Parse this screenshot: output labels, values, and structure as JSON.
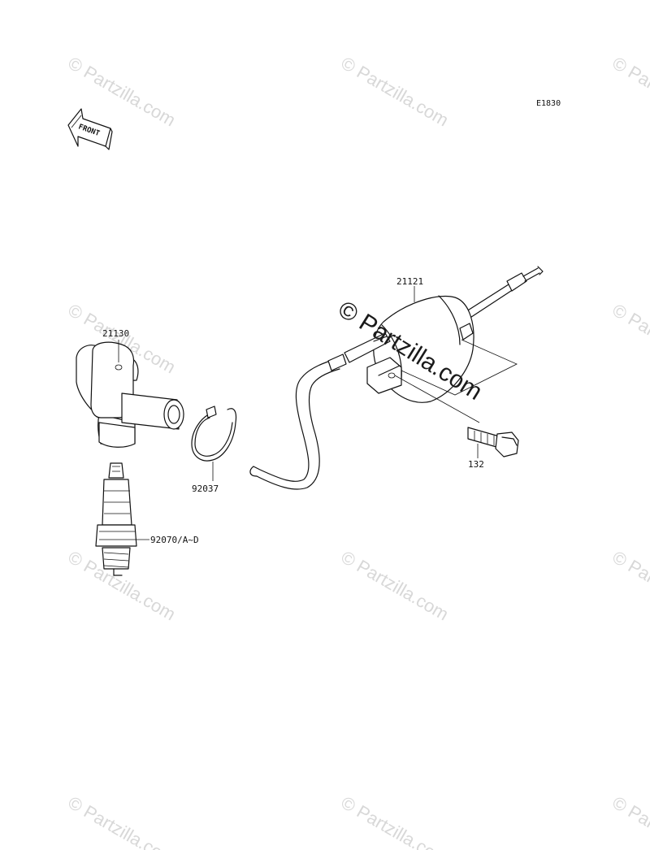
{
  "diagram_code": "E1830",
  "front_label": "FRONT",
  "watermark": "© Partzilla.com",
  "parts": {
    "ignition_coil": "21121",
    "spark_plug_cap": "21130",
    "clamp": "92037",
    "spark_plug": "92070/A~D",
    "bolt": "132"
  },
  "colors": {
    "line": "#111111",
    "watermark": "#d8d8d8"
  }
}
